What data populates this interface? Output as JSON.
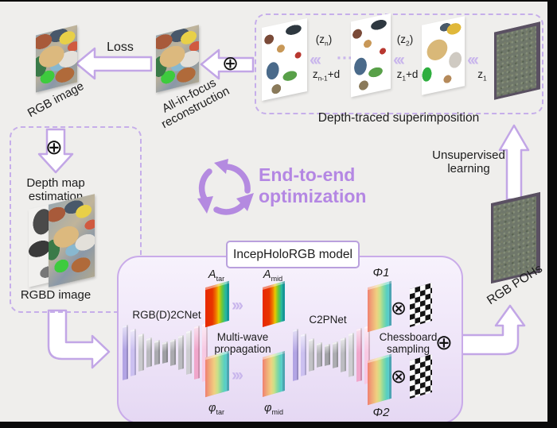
{
  "top": {
    "loss_label": "Loss",
    "rgb_image_label": "RGB image",
    "all_in_focus_lines": [
      "All-in-focus",
      "reconstruction"
    ],
    "oplus_symbol": "⊕"
  },
  "superimposition": {
    "caption": "Depth-traced superimposition",
    "chevrons": "‹‹‹",
    "dots": "···",
    "labels": {
      "zn": {
        "pre": "(z",
        "sub": "n",
        "post": ")"
      },
      "zn1d": {
        "pre": "z",
        "sub": "n-1",
        "post": "+d"
      },
      "z2": {
        "pre": "(z",
        "sub": "2",
        "post": ")"
      },
      "z1d": {
        "pre": "z",
        "sub": "1",
        "post": "+d"
      },
      "z1": {
        "pre": "z",
        "sub": "1",
        "post": ""
      }
    }
  },
  "left_branch": {
    "oplus_symbol": "⊕",
    "depth_map_lines": [
      "Depth map",
      "estimation"
    ],
    "rgbd_label": "RGBD image"
  },
  "center": {
    "headline_lines": [
      "End-to-end",
      "optimization"
    ]
  },
  "right_branch": {
    "unsupervised_lines": [
      "Unsupervised",
      "learning"
    ],
    "rgb_pohs_label": "RGB POHs"
  },
  "model": {
    "title": "IncepHoloRGB model",
    "encoder_label": "RGB(D)2CNet",
    "c2p_label": "C2PNet",
    "multiwave_lines": [
      "Multi-wave",
      "propagation"
    ],
    "chessboard_lines": [
      "Chessboard",
      "sampling"
    ],
    "a_tar": {
      "base": "A",
      "sub": "tar"
    },
    "a_mid": {
      "base": "A",
      "sub": "mid"
    },
    "phi_tar": {
      "base": "φ",
      "sub": "tar"
    },
    "phi_mid": {
      "base": "φ",
      "sub": "mid"
    },
    "phi1_label": "Φ1",
    "phi2_label": "Φ2",
    "chevrons_right": "›››",
    "otimes_symbol": "⊗",
    "oplus_symbol": "⊕"
  },
  "colors": {
    "accent_purple": "#b487e3",
    "arrow_outline": "#c2a6e6",
    "dashed_border": "#c6aeea",
    "background": "#efeeec"
  }
}
